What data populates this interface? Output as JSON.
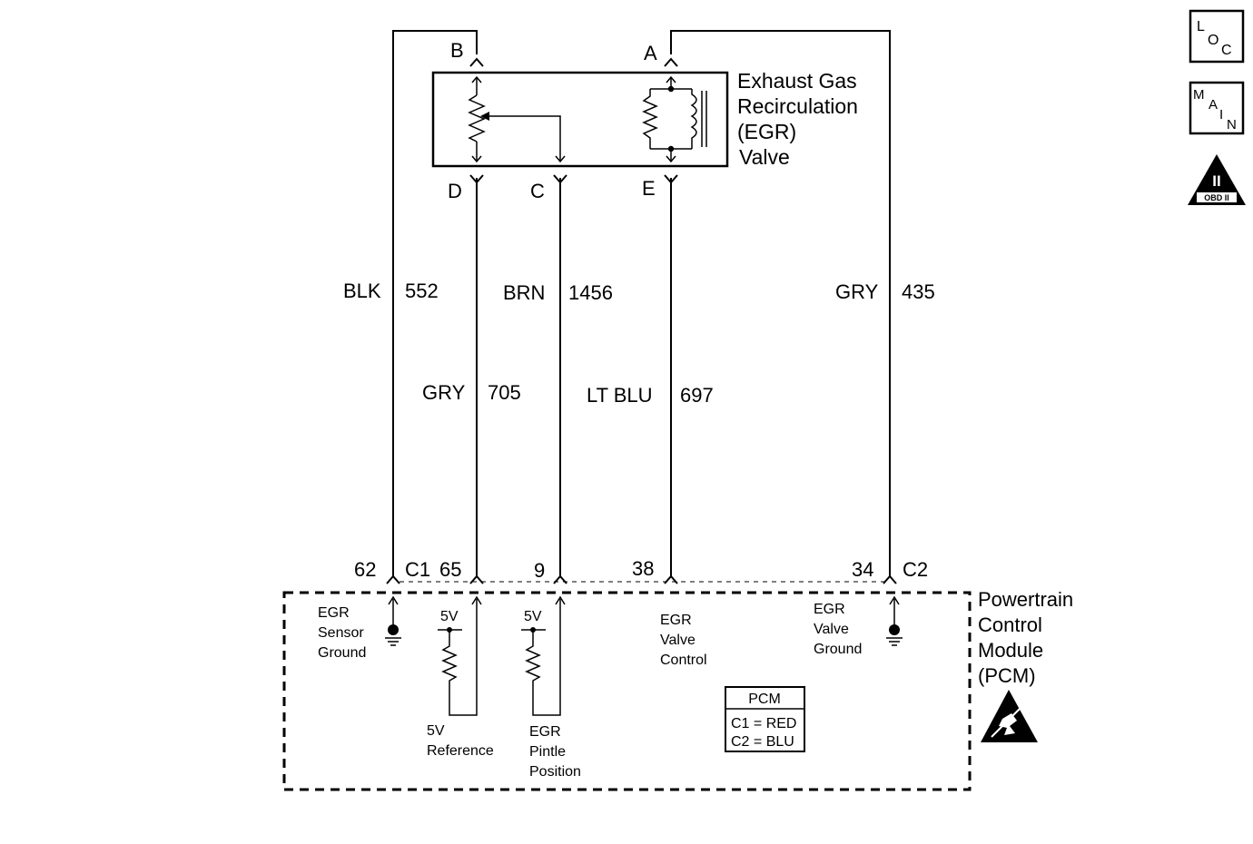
{
  "valve": {
    "name_lines": [
      "Exhaust Gas",
      "Recirculation",
      "(EGR)",
      "Valve"
    ],
    "pins": {
      "a": "A",
      "b": "B",
      "c": "C",
      "d": "D",
      "e": "E"
    }
  },
  "wires": {
    "w552": {
      "color": "BLK",
      "circuit": "552"
    },
    "w705": {
      "color": "GRY",
      "circuit": "705"
    },
    "w1456": {
      "color": "BRN",
      "circuit": "1456"
    },
    "w697": {
      "color": "LT BLU",
      "circuit": "697"
    },
    "w435": {
      "color": "GRY",
      "circuit": "435"
    }
  },
  "pcm": {
    "name_lines": [
      "Powertrain",
      "Control",
      "Module",
      "(PCM)"
    ],
    "connectors": {
      "c1": "C1",
      "c2": "C2"
    },
    "pins": {
      "p62": "62",
      "p65": "65",
      "p9": "9",
      "p38": "38",
      "p34": "34"
    },
    "labels": {
      "sensor_ground": [
        "EGR",
        "Sensor",
        "Ground"
      ],
      "ref_voltage": "5V",
      "pintle_voltage": "5V",
      "reference": [
        "5V",
        "Reference"
      ],
      "pintle_position": [
        "EGR",
        "Pintle",
        "Position"
      ],
      "valve_control": [
        "EGR",
        "Valve",
        "Control"
      ],
      "valve_ground": [
        "EGR",
        "Valve",
        "Ground"
      ]
    },
    "legend": {
      "title": "PCM",
      "rows": [
        "C1 = RED",
        "C2 = BLU"
      ]
    }
  },
  "icons": {
    "loc": [
      "L",
      "O",
      "C"
    ],
    "main": [
      "M",
      "A",
      "I",
      "N"
    ],
    "obd": {
      "numeral": "II",
      "caption": "OBD II"
    },
    "esd": "esd-warning-icon"
  }
}
